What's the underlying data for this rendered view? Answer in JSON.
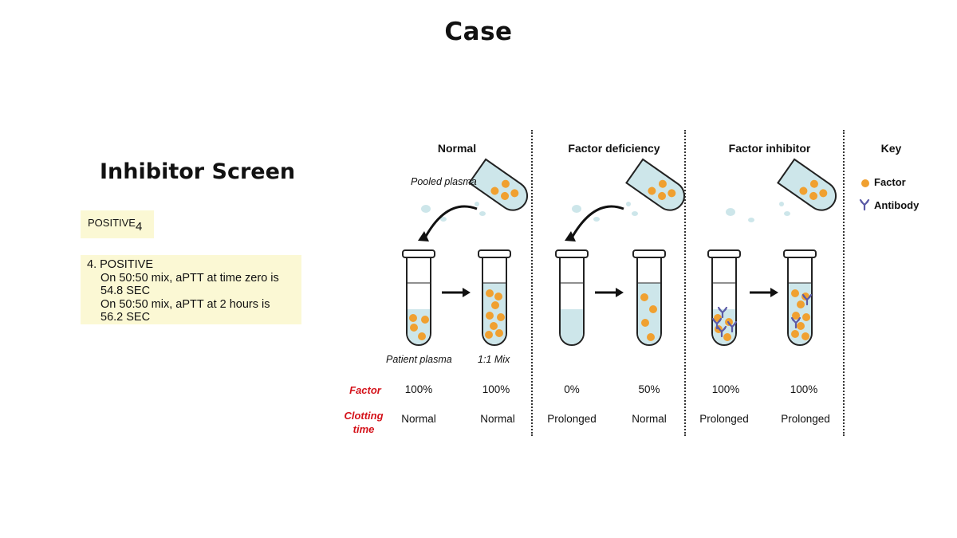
{
  "slide_title": "Case",
  "left_panel": {
    "heading": "Inhibitor Screen",
    "result_main": "POSITIVE",
    "result_sub": "4",
    "note_lines": [
      "4. POSITIVE",
      "On 50:50 mix, aPTT at time zero is",
      "54.8 SEC",
      "On 50:50 mix, aPTT at 2 hours is",
      "56.2 SEC"
    ]
  },
  "diagram": {
    "sections": {
      "normal": "Normal",
      "deficiency": "Factor deficiency",
      "inhibitor": "Factor inhibitor",
      "key": "Key"
    },
    "pooled_plasma_label": "Pooled plasma",
    "patient_plasma_label": "Patient plasma",
    "mix_label": "1:1 Mix",
    "row_labels": {
      "factor": "Factor",
      "clotting_line1": "Clotting",
      "clotting_line2": "time"
    },
    "factor_values": [
      "100%",
      "100%",
      "0%",
      "50%",
      "100%",
      "100%"
    ],
    "clotting_values": [
      "Normal",
      "Normal",
      "Prolonged",
      "Normal",
      "Prolonged",
      "Prolonged"
    ],
    "key_items": {
      "factor": "Factor",
      "antibody": "Antibody"
    },
    "colors": {
      "factor_dot": "#f0a030",
      "plasma": "#cde6ea",
      "antibody": "#5b5aa6",
      "label_red": "#d4121a"
    }
  }
}
